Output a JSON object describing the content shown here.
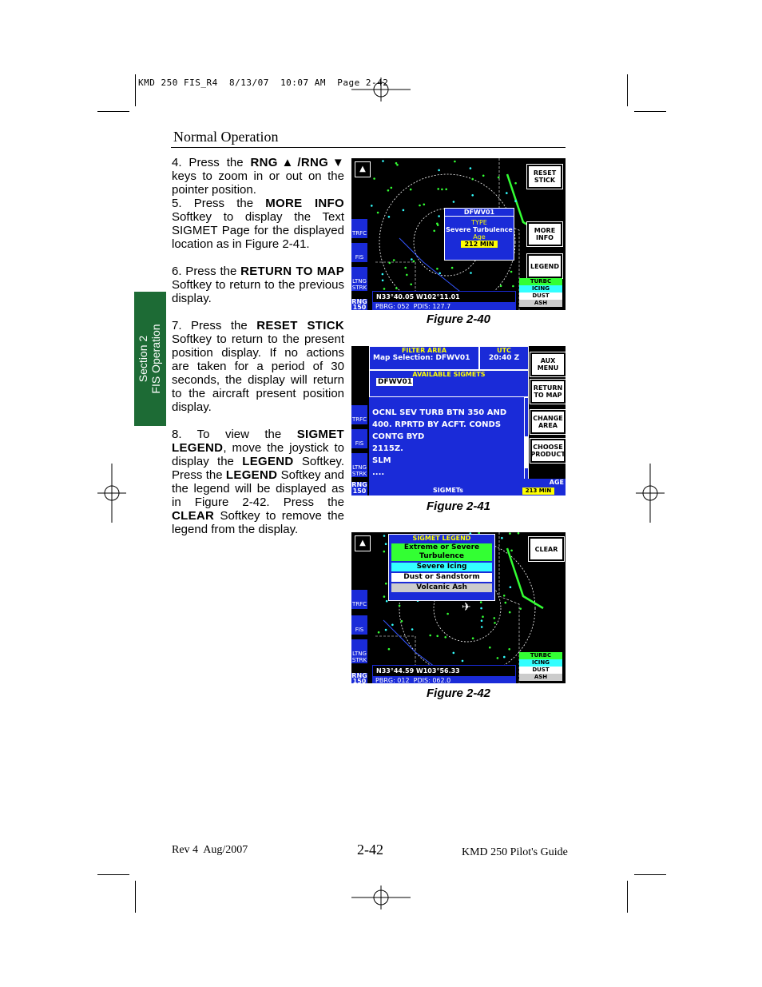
{
  "slug": "KMD 250 FIS_R4  8/13/07  10:07 AM  Page 2-42",
  "header": {
    "title": "Normal Operation"
  },
  "side_tab": {
    "line1": "Section 2",
    "line2": "FIS Operation"
  },
  "body": {
    "step4": {
      "a": "4. Press the ",
      "b": "RNG▲/RNG▼",
      "c": " keys to zoom in or out on the pointer position."
    },
    "step5": {
      "a": "5. Press the ",
      "b": "MORE INFO",
      "c": " Softkey to display the Text SIGMET Page for the displayed location as in Figure 2-41."
    },
    "step6": {
      "a": "6. Press the ",
      "b": "RETURN TO MAP",
      "c": " Softkey to return to the previous display."
    },
    "step7": {
      "a": "7. Press the ",
      "b": "RESET STICK",
      "c": " Softkey to return to the present position display.  If no actions are taken for a period of 30 seconds, the display will return to the aircraft present position display."
    },
    "step8": {
      "a": "8. To view the ",
      "b": "SIGMET LEGEND",
      "c": ", move the joystick to display the ",
      "d": "LEGEND",
      "e": " Softkey. Press the ",
      "f": "LEGEND",
      "g": " Softkey and the legend will be displayed as in Figure 2-42.  Press the ",
      "h": "CLEAR",
      "i": " Softkey to remove the legend from the display."
    }
  },
  "figures": {
    "fig40": {
      "caption": "Figure 2-40",
      "softkeys": [
        "RESET STICK",
        "MORE INFO",
        "LEGEND"
      ],
      "left_buttons": [
        "TRFC",
        "FIS",
        "LTNG STRK",
        "RNG 150"
      ],
      "popup": {
        "title": "DFWV01",
        "type_label": "TYPE",
        "type_value": "Severe Turbulence",
        "age_label": "Age",
        "age_value": "212 MIN"
      },
      "coords": "N33°40.05 W102°11.01",
      "pbrg": "PBRG: 052",
      "pdis": "PDIS: 127.7",
      "legend": [
        "TURBC",
        "ICING",
        "DUST",
        "ASH"
      ]
    },
    "fig41": {
      "caption": "Figure 2-41",
      "filter_area": "FILTER AREA",
      "map_selection": "Map Selection: DFWV01",
      "utc_label": "UTC",
      "utc_value": "20:40 Z",
      "available": "AVAILABLE SIGMETS",
      "selected": "DFWV01",
      "text_lines": [
        "OCNL SEV TURB BTN 350 AND",
        "400. RPRTD BY ACFT. CONDS",
        "CONTG BYD",
        "2115Z.",
        "SLM",
        "...."
      ],
      "softkeys": [
        "AUX MENU",
        "RETURN TO MAP",
        "CHANGE AREA",
        "CHOOSE PRODUCT"
      ],
      "left_buttons": [
        "TRFC",
        "FIS",
        "LTNG STRK",
        "RNG 150"
      ],
      "tab_label": "SIGMETs",
      "age_tab": "AGE",
      "age_value": "213 MIN"
    },
    "fig42": {
      "caption": "Figure 2-42",
      "legend_title": "SIGMET LEGEND",
      "legend_items": [
        "Extreme or Severe Turbulence",
        "Severe Icing",
        "Dust or Sandstorm",
        "Volcanic Ash"
      ],
      "softkeys": [
        "CLEAR"
      ],
      "left_buttons": [
        "TRFC",
        "FIS",
        "LTNG STRK",
        "RNG 150"
      ],
      "coords": "N33°44.59 W103°56.33",
      "pbrg": "PBRG: 012",
      "pdis": "PDIS: 062.0",
      "legend": [
        "TURBC",
        "ICING",
        "DUST",
        "ASH"
      ]
    }
  },
  "footer": {
    "left": "Rev 4  Aug/2007",
    "center": "2-42",
    "right": "KMD 250 Pilot's Guide"
  },
  "colors": {
    "tab_green": "#1d6b35",
    "screen_blue": "#1a2bd8",
    "turb_green": "#33ff33",
    "icing_cyan": "#33ffff"
  }
}
